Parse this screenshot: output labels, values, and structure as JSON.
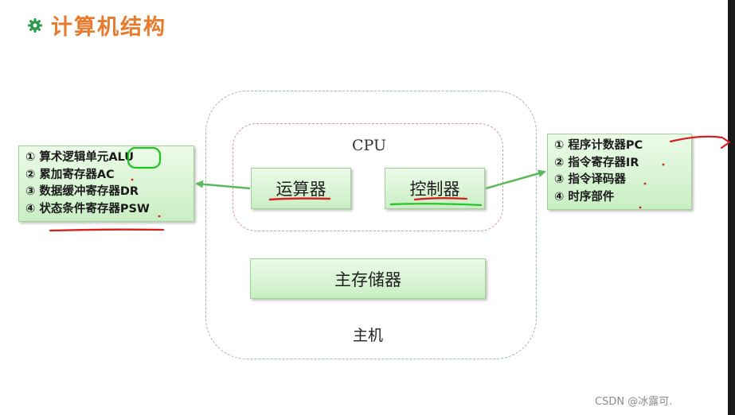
{
  "title": "计算机结构",
  "host": {
    "label": "主机"
  },
  "cpu": {
    "label": "CPU",
    "alu_label": "运算器",
    "control_label": "控制器"
  },
  "memory": {
    "label": "主存储器"
  },
  "alu_components": [
    "① 算术逻辑单元ALU",
    "② 累加寄存器AC",
    "③ 数据缓冲寄存器DR",
    "④ 状态条件寄存器PSW"
  ],
  "control_components": [
    "① 程序计数器PC",
    "② 指令寄存器IR",
    "③ 指令译码器",
    "④ 时序部件"
  ],
  "watermark": "CSDN @冰露可.",
  "colors": {
    "title": "#e87a2e",
    "box_fill": "#d6f2d0",
    "arrow": "#5cb85c",
    "annotation_red": "#d62020",
    "annotation_green": "#22c322"
  }
}
